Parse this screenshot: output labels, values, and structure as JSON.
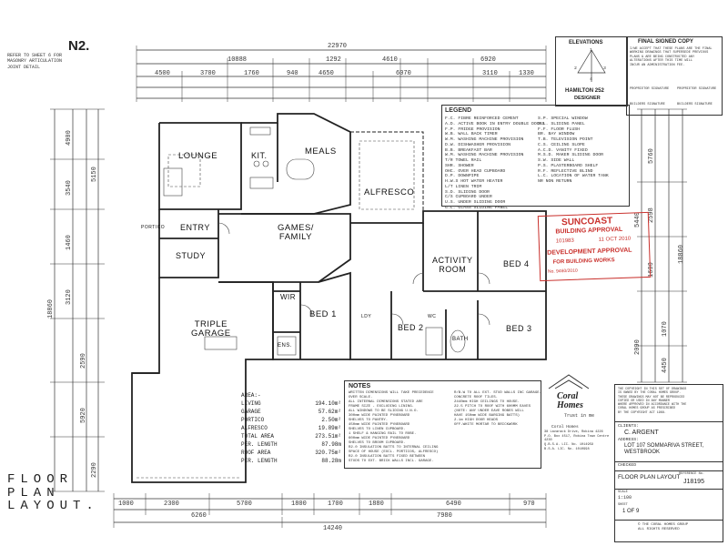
{
  "sheet": {
    "code": "N2.",
    "title_lines": [
      "FLOOR",
      "PLAN",
      "LAYOUT."
    ],
    "top_left_note": "REFER TO SHEET 6 FOR\nMASONRY ARTICULATION\nJOINT DETAIL"
  },
  "overall_dims": {
    "top_total": "22970",
    "top_row2": [
      "10888",
      "1292",
      "4610",
      "6920"
    ],
    "top_row3": [
      "4500",
      "3700",
      "1760",
      "940",
      "4650",
      "6070",
      "3110",
      "1330"
    ],
    "bottom_total": "14240",
    "bottom_row1": [
      "6260",
      "7980"
    ],
    "bottom_row2": [
      "1000",
      "2300",
      "5700",
      "1800",
      "1700",
      "1880",
      "6490",
      "970"
    ],
    "left_total": "18860",
    "right_total": "18860",
    "left_dims": [
      "4900",
      "3540",
      "1460",
      "3120",
      "2590",
      "5920",
      "5150",
      "2290"
    ],
    "right_dims": [
      "5760",
      "2598",
      "1600",
      "1070",
      "4450",
      "5440",
      "2090"
    ]
  },
  "rooms": {
    "lounge": "LOUNGE",
    "kit": "KIT.",
    "meals": "MEALS",
    "entry": "ENTRY",
    "portico": "PORTICO",
    "study": "STUDY",
    "games": "GAMES/\nFAMILY",
    "alfresco": "ALFRESCO",
    "activity": "ACTIVITY\nROOM",
    "bed4": "BED 4",
    "bed3": "BED 3",
    "bed2": "BED 2",
    "bed1": "BED 1",
    "garage": "TRIPLE\nGARAGE",
    "wir": "WIR",
    "ens": "ENS.",
    "bath": "BATH",
    "wc": "WC",
    "ldy": "LDY"
  },
  "legend": {
    "heading": "LEGEND",
    "items_left": [
      "F.C.  FIBRE REINFORCED CEMENT",
      "A.D.  ACTIVE BOOK IN ENTRY DOUBLE DOORS",
      "F.P.  FRIDGE PROVISION",
      "W.B.  WALL BACK TIMER",
      "W.M.  WASHING MACHINE PROVISION",
      "D.W.  DISHWASHER PROVISION",
      "B.B.  BREAKFAST BAR",
      "W.M.  WASHING MACHINE PROVISION",
      "T/R   TOWEL RAIL",
      "SHR.  SHOWER",
      "OHC.  OVER HEAD CUPBOARD",
      "D.P.  DOWNPIPE",
      "H.W.S HOT WATER HEATER",
      "L/T   LINEN TRIM",
      "S.D.  SLIDING DOOR",
      "C/S   CUPBOARD UNDER",
      "U.S.  UNDER SLIDING DOOR",
      "G.L.  GLASS SLIDING PANEL"
    ],
    "items_right": [
      "S.P.  SPECIAL WINDOW",
      "S.L.  SLIDING PANEL",
      "F.F.  FLOOR FLUSH",
      "BR.   BAY WINDOW",
      "T.B.  TELEVISION POINT",
      "C.S.  CEILING SLOPE",
      "A.C.D. VANITY FIXED",
      "M.S.D. MAKER SLIDING DOOR",
      "S.W.   SIDE WALL",
      "P.S.   PLASTERBOARD SHELF",
      "R.F.   REFLECTIVE BLIND",
      "L.C.   LOCATION OF WATER TANK",
      "NR     NON RETURN"
    ]
  },
  "elevations": {
    "heading": "ELEVATIONS",
    "model": "HAMILTON 252",
    "designer": "DESIGNER",
    "marks": [
      "1",
      "2",
      "3",
      "4"
    ]
  },
  "final_signed": {
    "heading": "FINAL SIGNED COPY",
    "body": "I/WE ACCEPT THAT THESE PLANS ARE THE FINAL\nWORKING DRAWINGS THAT SUPERSEDE PREVIOUS\nPLANS & ARE BEING CONSTRUCTED ANY\nALTERATIONS AFTER THIS TIME WILL\nINCUR AN ADMINISTRATION FEE.",
    "sig1": "PROPRIETOR SIGNATURE",
    "sig2": "PROPRIETOR SIGNATURE",
    "sig3": "BUILDERS SIGNATURE",
    "sig4": "BUILDERS SIGNATURE"
  },
  "stamp": {
    "line1": "SUNCOAST",
    "line2": "BUILDING APPROVAL",
    "num": "101983",
    "date": "11 OCT 2010",
    "line3": "DEVELOPMENT APPROVAL",
    "line4": "FOR BUILDING WORKS",
    "line5": "No. 9460/2010"
  },
  "areas": {
    "heading": "AREA:-",
    "rows": [
      [
        "LIVING",
        "194.10m²"
      ],
      [
        "GARAGE",
        "57.62m²"
      ],
      [
        "PORTICO",
        "2.50m²"
      ],
      [
        "ALFRESCO",
        "19.89m²"
      ],
      [
        "TOTAL AREA",
        "273.51m²"
      ],
      [
        "PER. LENGTH",
        "87.98m"
      ],
      [
        "ROOF AREA",
        "320.75m²"
      ],
      [
        "PER. LENGTH",
        "88.28m"
      ]
    ]
  },
  "notes": {
    "heading": "NOTES",
    "body": "WRITTEN DIMENSIONS WILL TAKE PRECEDENCE\nOVER SCALE.\nALL INTERNAL DIMENSIONS STATED ARE\nFRAME SIZE - EXCLUDING LINING.\nALL WINDOWS TO BE SLIDING U.N.O.\n300mm WIDE PAINTED PYNEBOARD\nSHELVES TO PANTRY.\n450mm WIDE PAINTED PYNEBOARD\nSHELVES TO LINEN CUPBOARD.\n1 SHELF & HANGING RAIL TO ROBE.\n600mm WIDE PAINTED PYNEBOARD\nSHELVES TO BROOM CUPBOARD.\nR2.0 INSULATION BATTS TO INTERNAL CEILING\nSPACE OF HOUSE (EXCL. PORTICOS, ALFRESCO)\nR2.0 INSULATION BATTS FIXED BETWEEN\nSTUDS TO EXT. BRICK WALLS INCL. GARAGE.",
    "col2": "R/B-W TO ALL EXT. STUD WALLS INC GARAGE.\nCONCRETE ROOF TILES.\n2440mm HIGH CEILINGS TO HOUSE.\n22.5 PITCH TO ROOF WITH 600MM EAVES\n(NOTE: ANY UNDER EAVE ROBES WILL\nHAVE 150mm WIDE BARGING BATTS)\n2.1m HIGH DOOR HEADS\nOFF-WHITE MORTAR TO BRICKWORK"
  },
  "brand": {
    "name": "Coral\nHomes",
    "tagline": "Trust in me",
    "company": "Coral Homes",
    "addr1": "38 Lavarack Drive, Robina 4226",
    "addr2": "P.O. Box 4517, Robina Town Centre 4230",
    "lic": "Q.B.S.A. LIC. No. 1014959",
    "lic2": "B.S.A. LIC. No. 1010998"
  },
  "client": {
    "copyright": "THE COPYRIGHT IN THIS SET OF DRAWINGS\nIS OWNED BY THE CORAL HOMES GROUP.\nTHESE DRAWINGS MAY NOT BE REPRODUCED\nCOPIED OR USED IN ANY MANNER\nWHERE APPROVED IN ACCORDANCE WITH THE\nCORAL HOMES GROUP AS PRESCRIBED\nBY THE COPYRIGHT ACT 1968.",
    "clients_label": "CLIENTS:",
    "clients_val": "C. ARGENT",
    "address_label": "ADDRESS:",
    "address_l1": "LOT 107 SOMMARIVA STREET,",
    "address_l2": "WESTBROOK",
    "checked_label": "CHECKED",
    "drawing": "FLOOR PLAN LAYOUT",
    "ref_label": "REFERENCE No.",
    "ref": "J18195",
    "scale_label": "SCALE",
    "scale": "1:100",
    "sheet_label": "SHEET",
    "sheet": "1 OF 9",
    "footer": "© THE CORAL HOMES GROUP\nALL RIGHTS RESERVED"
  }
}
